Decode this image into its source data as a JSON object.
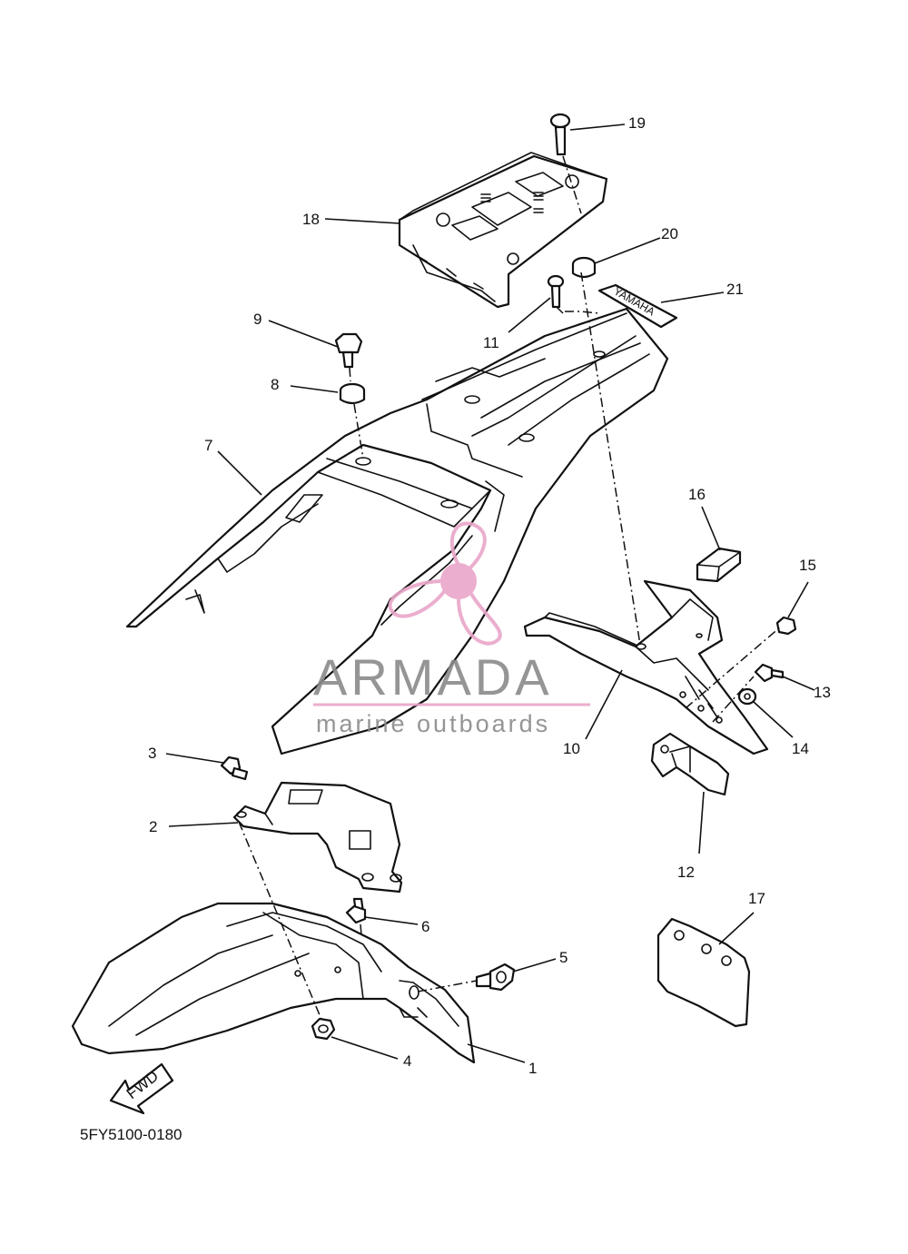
{
  "callouts": [
    "1",
    "2",
    "3",
    "4",
    "5",
    "6",
    "7",
    "8",
    "9",
    "10",
    "11",
    "12",
    "13",
    "14",
    "15",
    "16",
    "17",
    "18",
    "19",
    "20",
    "21"
  ],
  "decal_text": "YAMAHA",
  "fwd_label": "FWD",
  "diagram_code": "5FY5100-0180",
  "watermark": {
    "title": "ARMADA",
    "subtitle": "marine outboards",
    "logo": "propeller-logo",
    "color_logo": "#e9a6c9",
    "color_text": "#8a8a8a",
    "color_line": "#e9a6c9"
  }
}
